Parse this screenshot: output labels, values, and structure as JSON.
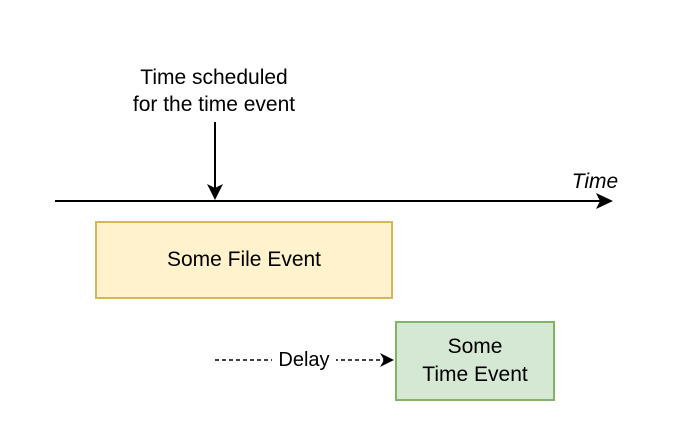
{
  "diagram": {
    "schedule_label": {
      "line1": "Time scheduled",
      "line2": "for the time event"
    },
    "timeline_label": "Time",
    "file_event": {
      "label": "Some File Event",
      "fill": "#fff2cc",
      "stroke": "#d6b656"
    },
    "time_event": {
      "line1": "Some",
      "line2": "Time Event",
      "fill": "#d5e8d4",
      "stroke": "#82b366"
    },
    "delay_label": "Delay"
  }
}
